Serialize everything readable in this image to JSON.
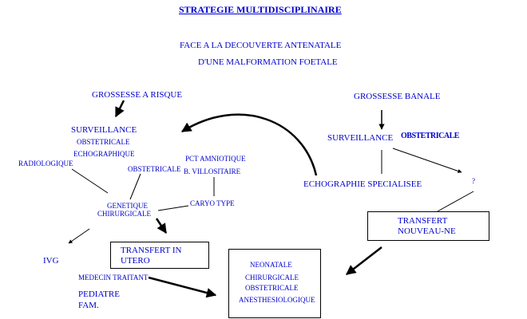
{
  "title": "STRATEGIE MULTIDISCIPLINAIRE",
  "subtitle": {
    "line1": "FACE A LA DECOUVERTE ANTENATALE",
    "line2": "D'UNE MALFORMATION FOETALE"
  },
  "left": {
    "grossesse": "GROSSESSE A RISQUE",
    "surveillance": "SURVEILLANCE",
    "obstetricale": "OBSTETRICALE",
    "echographique": "ECHOGRAPHIQUE",
    "radiologique": "RADIOLOGIQUE",
    "obstetricale2": "OBSTETRICALE",
    "genetique": "GENETIQUE",
    "chirurgicale": "CHIRURGICALE",
    "pct": "PCT AMNIOTIQUE",
    "villositaire": "B. VILLOSITAIRE",
    "caryotype": "CARYO TYPE",
    "ivg": "IVG",
    "transfert_in_utero": [
      "TRANSFERT IN",
      "UTERO"
    ],
    "medecin": "MEDECIN TRAITANT",
    "pediatre": "PEDIATRE",
    "fam": "FAM."
  },
  "right": {
    "grossesse": "GROSSESSE BANALE",
    "surveillance": "SURVEILLANCE",
    "obstetricale": "OBSTETRICALE",
    "echographie": "ECHOGRAPHIE SPECIALISEE",
    "question": "?",
    "transfert_nn": [
      "TRANSFERT",
      "NOUVEAU-NE"
    ]
  },
  "center_box": [
    "NEONATALE",
    "CHIRURGICALE",
    "OBSTETRICALE",
    "ANESTHESIOLOGIQUE"
  ],
  "colors": {
    "text": "#0000cc",
    "lines": "#000000",
    "background": "#ffffff"
  }
}
